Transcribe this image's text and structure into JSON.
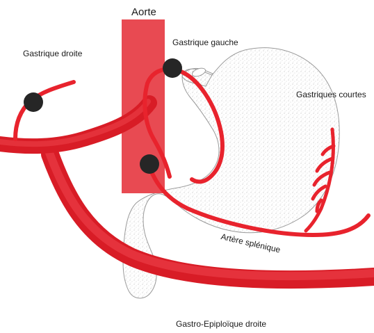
{
  "title": "Aorte",
  "labels": {
    "gastrique_droite": "Gastrique droite",
    "gastrique_gauche": "Gastrique gauche",
    "gastriques_courtes": "Gastriques courtes",
    "artere_splenique": "Artère splénique",
    "gastro_epiploique_droite": "Gastro-Epiploïque droite"
  },
  "colors": {
    "artery": "#e8232d",
    "aorta": "#e84a52",
    "clip": "#262626",
    "organ_outline": "#9a9a9a",
    "organ_stipple": "#8c8c8c"
  },
  "icons": {
    "clip": "black-circle-clip-icon"
  }
}
